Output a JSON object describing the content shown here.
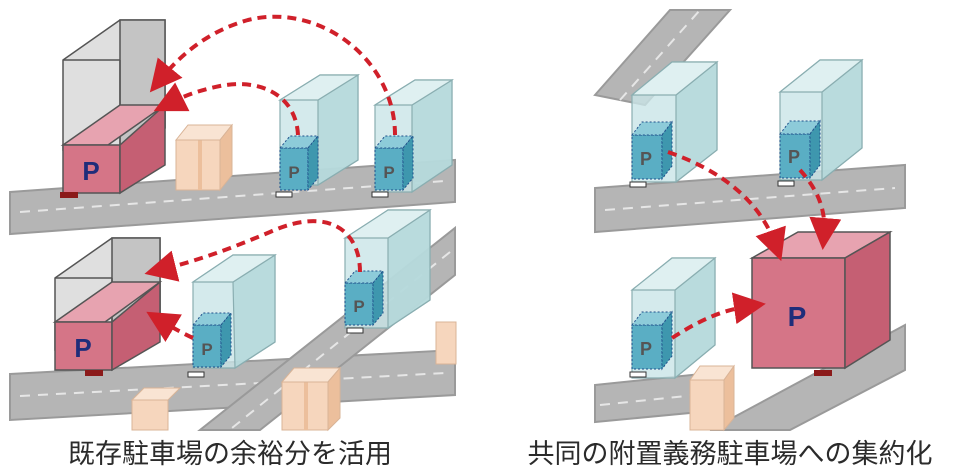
{
  "captions": {
    "left": "既存駐車場の余裕分を活用",
    "right": "共同の附置義務駐車場への集約化"
  },
  "parking_label": "P",
  "colors": {
    "road": "#b5b5b5",
    "road_edge": "#9a9a9a",
    "lane_mark": "#e6e6e6",
    "parking": "#d57587",
    "parking_top": "#e7a3b0",
    "parking_side": "#c55f73",
    "building_glass": "#c9e5e7",
    "building_glass_top": "#dff0f1",
    "building_glass_side": "#b2d7da",
    "building_gray": "#d9d9d9",
    "building_gray_side": "#c4c4c4",
    "small_parking": "#5aaec4",
    "small_parking_side": "#3e97ae",
    "small_parking_top": "#8dcbd9",
    "block": "#f6d6bd",
    "block_side": "#ecbf9c",
    "arrow": "#d0202a",
    "p_text": "#1f2d7a"
  }
}
